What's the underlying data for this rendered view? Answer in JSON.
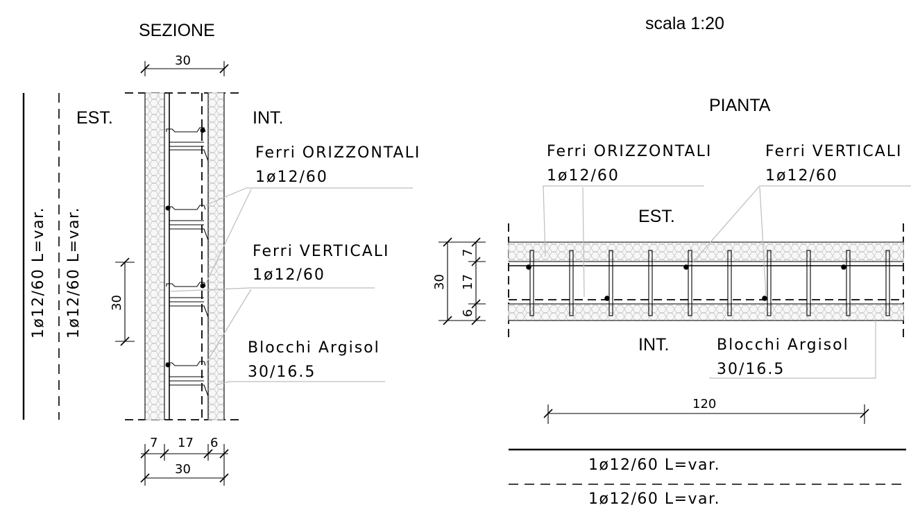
{
  "scale": "scala 1:20",
  "section": {
    "title": "SEZIONE",
    "ext": "EST.",
    "int": "INT.",
    "dim_top": "30",
    "dim_height": "30",
    "dim_bottom": [
      "7",
      "17",
      "6"
    ],
    "dim_bottom_total": "30",
    "ferri_orizzontali": {
      "name": "Ferri ORIZZONTALI",
      "spec": "1ø12/60"
    },
    "ferri_verticali": {
      "name": "Ferri VERTICALI",
      "spec": "1ø12/60"
    },
    "blocchi": {
      "name": "Blocchi Argisol",
      "spec": "30/16.5"
    },
    "bar_solid": "1ø12/60  L=var.",
    "bar_dashed": "1ø12/60  L=var."
  },
  "plan": {
    "title": "PIANTA",
    "ext": "EST.",
    "int": "INT.",
    "dim_total": "30",
    "dim_parts": [
      "7",
      "17",
      "6"
    ],
    "dim_length": "120",
    "ferri_orizzontali": {
      "name": "Ferri ORIZZONTALI",
      "spec": "1ø12/60"
    },
    "ferri_verticali": {
      "name": "Ferri VERTICALI",
      "spec": "1ø12/60"
    },
    "blocchi": {
      "name": "Blocchi Argisol",
      "spec": "30/16.5"
    },
    "bar_solid": "1ø12/60  L=var.",
    "bar_dashed": "1ø12/60  L=var."
  }
}
